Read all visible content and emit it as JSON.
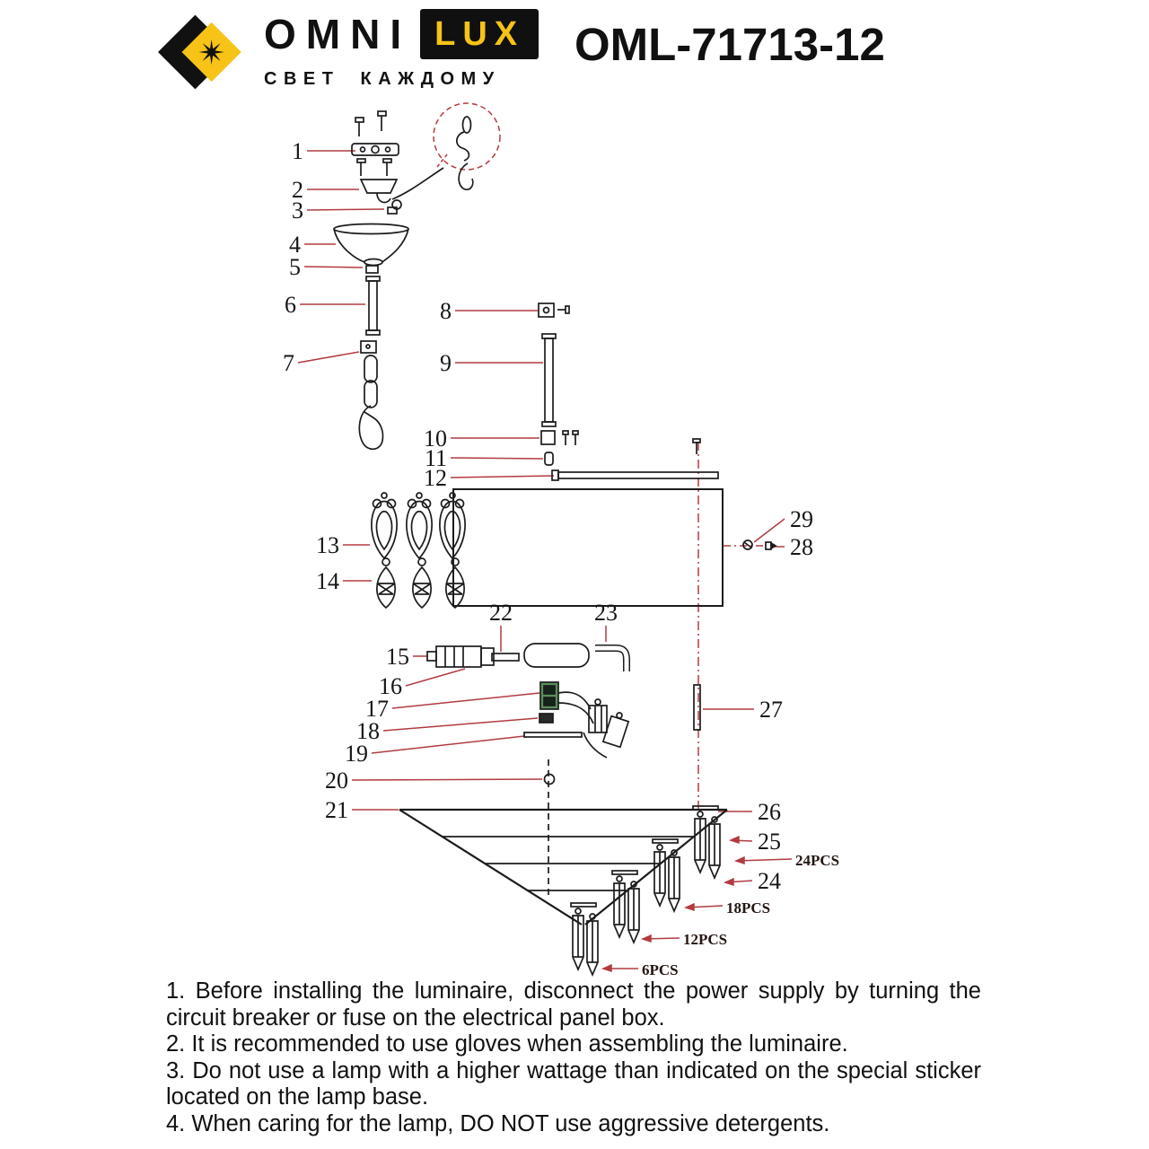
{
  "header": {
    "brand": {
      "main": "OMNI",
      "accent": "LUX",
      "subtitle": "СВЕТ КАЖДОМУ"
    },
    "model": "OML-71713-12"
  },
  "diagram": {
    "nums": [
      "1",
      "2",
      "3",
      "4",
      "5",
      "6",
      "7",
      "8",
      "9",
      "10",
      "11",
      "12",
      "13",
      "14",
      "15",
      "16",
      "17",
      "18",
      "19",
      "20",
      "21",
      "22",
      "23",
      "24",
      "25",
      "26",
      "27",
      "28",
      "29"
    ],
    "pcs": [
      "24PCS",
      "18PCS",
      "12PCS",
      "6PCS"
    ]
  },
  "instructions": [
    "1. Before installing the luminaire, disconnect the power supply by turning the circuit breaker or fuse on the electrical panel box.",
    "2. It is recommended to use gloves when assembling the luminaire.",
    "3. Do not use a lamp with a higher wattage than indicated on the special sticker located on the lamp base.",
    "4. When caring for the lamp, DO NOT use aggressive detergents."
  ],
  "colors": {
    "accent_yellow": "#f6c316",
    "leader_red": "#b23b41",
    "ink": "#1c1c1c",
    "terminal_green": "#58915a"
  }
}
